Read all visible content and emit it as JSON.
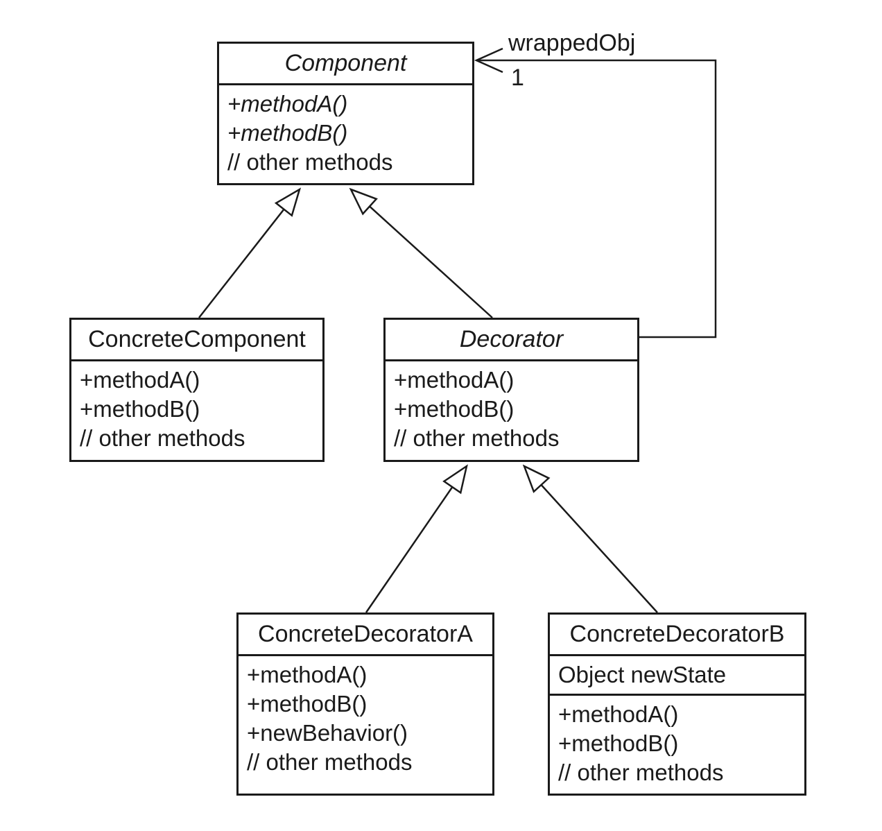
{
  "classes": {
    "component": {
      "name": "Component",
      "methods": [
        "+methodA()",
        "+methodB()",
        "// other methods"
      ]
    },
    "concreteComponent": {
      "name": "ConcreteComponent",
      "methods": [
        "+methodA()",
        "+methodB()",
        "// other methods"
      ]
    },
    "decorator": {
      "name": "Decorator",
      "methods": [
        "+methodA()",
        "+methodB()",
        "// other methods"
      ]
    },
    "concreteDecoratorA": {
      "name": "ConcreteDecoratorA",
      "methods": [
        "+methodA()",
        "+methodB()",
        "+newBehavior()",
        "// other methods"
      ]
    },
    "concreteDecoratorB": {
      "name": "ConcreteDecoratorB",
      "attributes": [
        "Object newState"
      ],
      "methods": [
        "+methodA()",
        "+methodB()",
        "// other methods"
      ]
    }
  },
  "association": {
    "role": "wrappedObj",
    "multiplicity": "1"
  },
  "colors": {
    "line": "#1a1a1a",
    "background": "#ffffff"
  }
}
